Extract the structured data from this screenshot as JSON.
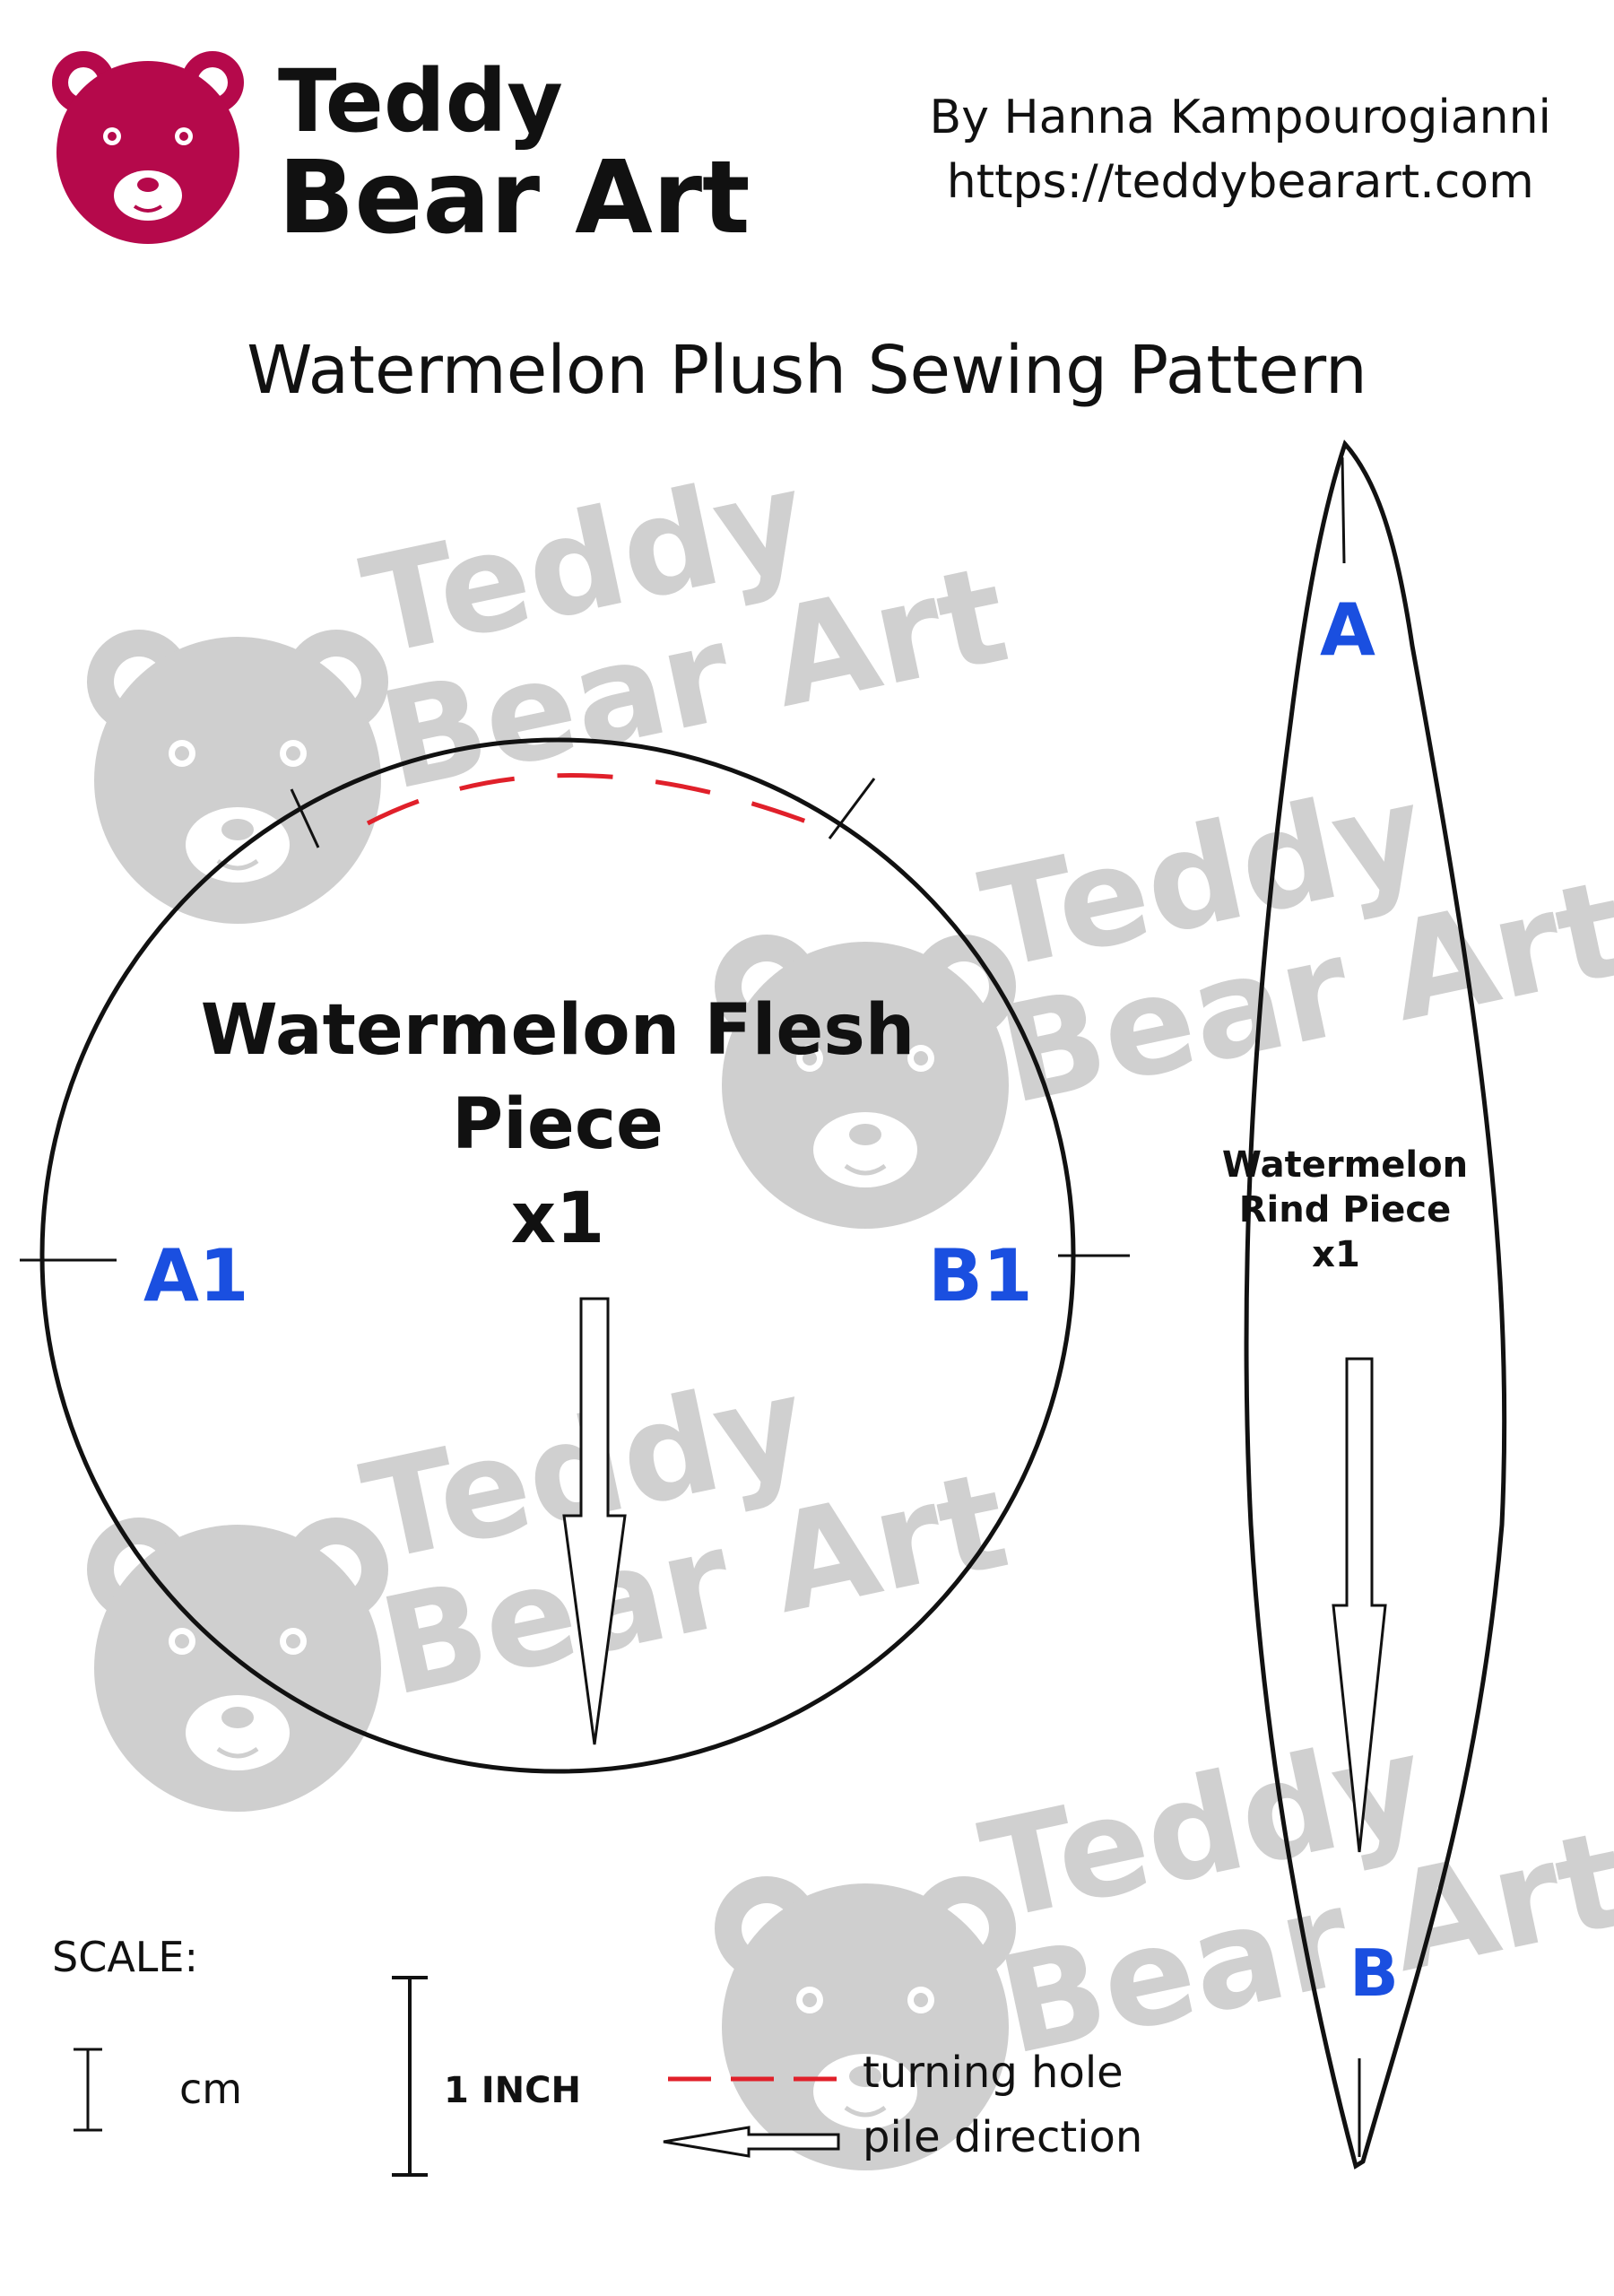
{
  "header": {
    "logo_line1": "Teddy",
    "logo_line2": "Bear Art",
    "author": "By Hanna Kampourogianni",
    "url": "https://teddybearart.com",
    "brand_color": "#b5094b"
  },
  "title": "Watermelon Plush Sewing Pattern",
  "pieces": {
    "flesh": {
      "name_line1": "Watermelon Flesh",
      "name_line2": "Piece",
      "count": "x1",
      "marker_left": "A1",
      "marker_right": "B1"
    },
    "rind": {
      "name_line1": "Watermelon",
      "name_line2": "Rind Piece",
      "count": "x1",
      "marker_top": "A",
      "marker_bottom": "B"
    }
  },
  "watermark": {
    "line1": "Teddy",
    "line2": "Bear Art",
    "color": "#cfcfcf"
  },
  "scale": {
    "heading": "SCALE:",
    "cm_label": "cm",
    "inch_label": "1 INCH"
  },
  "legend": {
    "turning_hole": "turning hole",
    "pile_direction": "pile direction",
    "turning_hole_color": "#e0202a"
  },
  "marker_color": "#1a4fe0"
}
